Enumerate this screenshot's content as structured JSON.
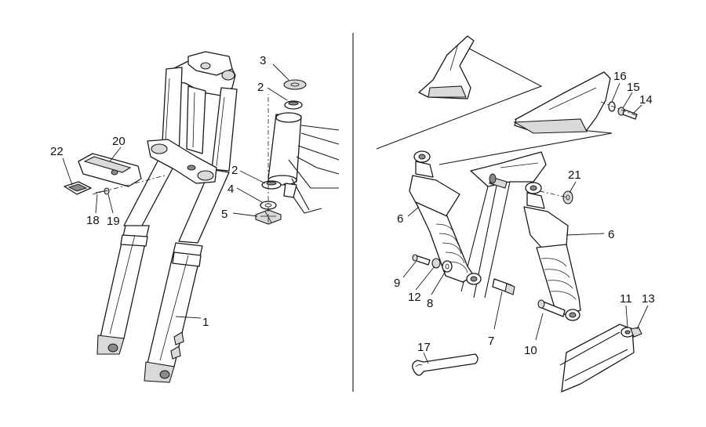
{
  "callouts": [
    {
      "id": "c1",
      "text": "1"
    },
    {
      "id": "c2a",
      "text": "2"
    },
    {
      "id": "c2b",
      "text": "2"
    },
    {
      "id": "c3",
      "text": "3"
    },
    {
      "id": "c4",
      "text": "4"
    },
    {
      "id": "c5",
      "text": "5"
    },
    {
      "id": "c6a",
      "text": "6"
    },
    {
      "id": "c6b",
      "text": "6"
    },
    {
      "id": "c7",
      "text": "7"
    },
    {
      "id": "c8",
      "text": "8"
    },
    {
      "id": "c9",
      "text": "9"
    },
    {
      "id": "c10",
      "text": "10"
    },
    {
      "id": "c11",
      "text": "11"
    },
    {
      "id": "c12",
      "text": "12"
    },
    {
      "id": "c13",
      "text": "13"
    },
    {
      "id": "c14",
      "text": "14"
    },
    {
      "id": "c15",
      "text": "15"
    },
    {
      "id": "c16",
      "text": "16"
    },
    {
      "id": "c17",
      "text": "17"
    },
    {
      "id": "c18",
      "text": "18"
    },
    {
      "id": "c19",
      "text": "19"
    },
    {
      "id": "c20",
      "text": "20"
    },
    {
      "id": "c21",
      "text": "21"
    },
    {
      "id": "c22",
      "text": "22"
    }
  ]
}
